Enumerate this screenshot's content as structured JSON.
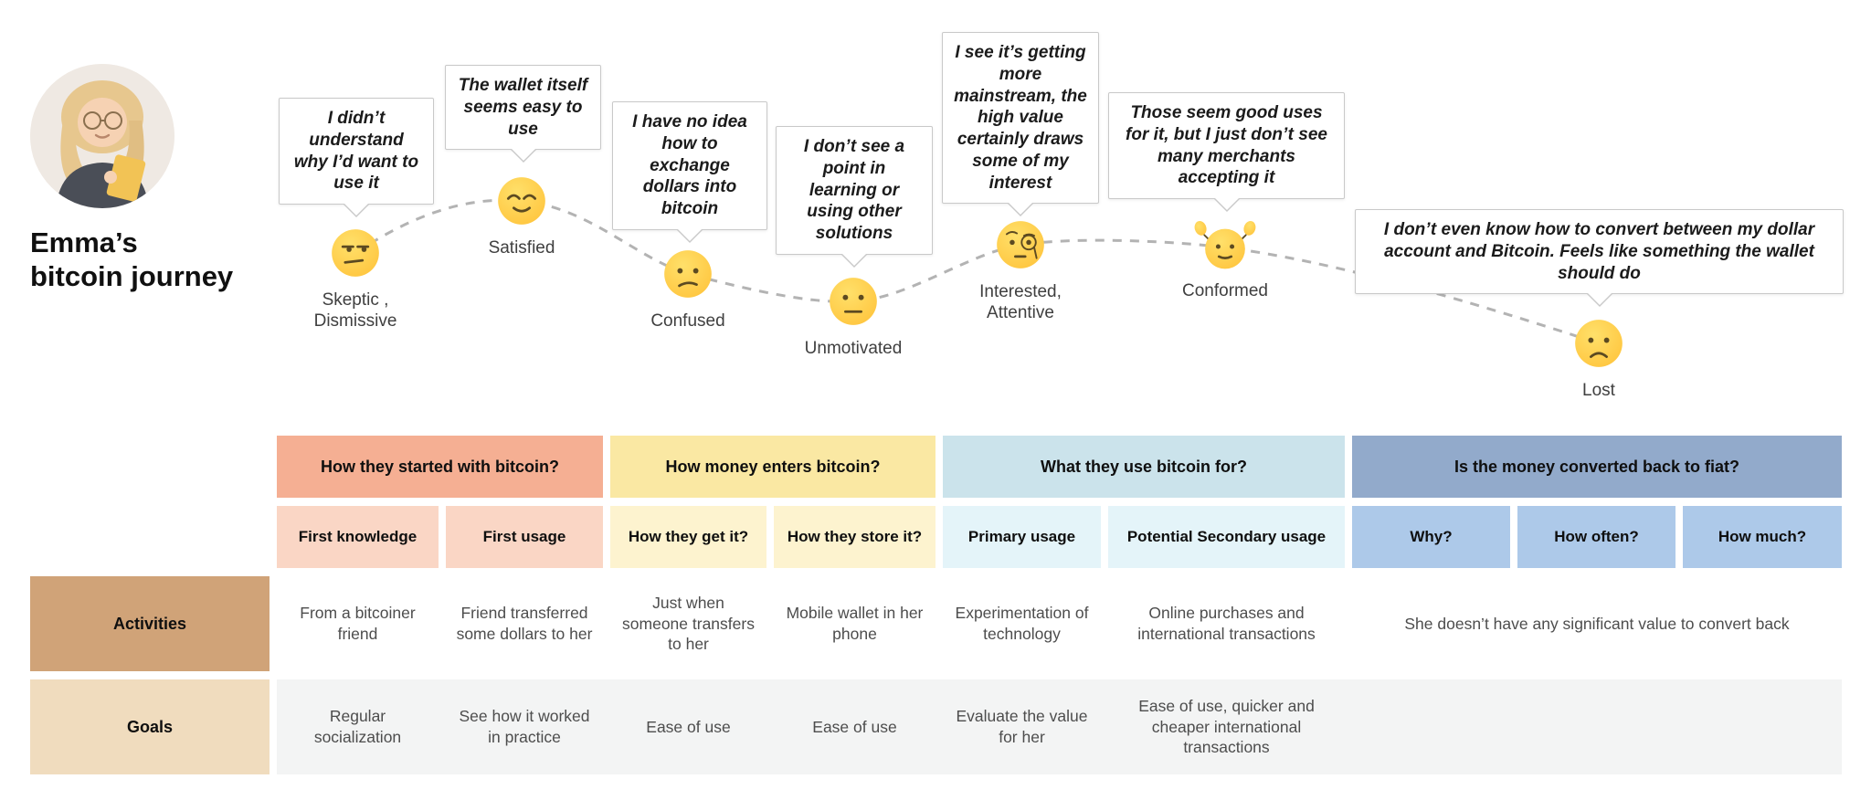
{
  "persona": {
    "title": "Emma’s\nbitcoin journey"
  },
  "journey": {
    "curve_color": "#b3b3b3",
    "stages": [
      {
        "emoji": "unamused-face",
        "label": "Skeptic ,\nDismissive",
        "quote": "I didn’t understand why I’d want to use it"
      },
      {
        "emoji": "relieved-face",
        "label": "Satisfied",
        "quote": "The wallet itself seems easy to use"
      },
      {
        "emoji": "confused-face",
        "label": "Confused",
        "quote": "I have no idea how to exchange dollars into bitcoin"
      },
      {
        "emoji": "neutral-face",
        "label": "Unmotivated",
        "quote": "I don’t see a point in learning or using other solutions"
      },
      {
        "emoji": "face-with-monocle",
        "label": "Interested,\nAttentive",
        "quote": "I see it’s getting more mainstream, the high value certainly draws some of my interest"
      },
      {
        "emoji": "person-shrugging",
        "label": "Conformed",
        "quote": "Those seem good uses for it, but I just don’t see many merchants accepting it"
      },
      {
        "emoji": "slightly-frowning-face",
        "label": "Lost",
        "quote": "I don’t even know how to convert between my dollar account and Bitcoin. Feels like something the wallet should do"
      }
    ]
  },
  "table": {
    "groups": [
      {
        "title": "How they started with bitcoin?",
        "header_color": "#F5AF93",
        "sub_color": "#FAD6C5"
      },
      {
        "title": "How money enters bitcoin?",
        "header_color": "#FAE8A3",
        "sub_color": "#FDF3CF"
      },
      {
        "title": "What they use bitcoin for?",
        "header_color": "#CBE3EB",
        "sub_color": "#E4F4F9"
      },
      {
        "title": "Is the money converted back to fiat?",
        "header_color": "#92AACB",
        "sub_color": "#ADC9E9"
      }
    ],
    "subheaders": [
      "First knowledge",
      "First usage",
      "How they get it?",
      "How they store it?",
      "Primary usage",
      "Potential Secondary usage",
      "Why?",
      "How often?",
      "How much?"
    ],
    "row_labels": {
      "activities": "Activities",
      "goals": "Goals"
    },
    "row_label_colors": {
      "activities": "#D0A378",
      "goals": "#F0DCBE"
    },
    "activities": [
      "From a bitcoiner friend",
      "Friend transferred some dollars to her",
      "Just when someone transfers to her",
      "Mobile wallet in her phone",
      "Experimentation of technology",
      "Online purchases and international transactions",
      "She doesn’t have any significant value to convert back"
    ],
    "goals": [
      "Regular socialization",
      "See how it worked in practice",
      "Ease of use",
      "Ease of use",
      "Evaluate the value for her",
      "Ease of use, quicker and cheaper international transactions",
      ""
    ]
  }
}
